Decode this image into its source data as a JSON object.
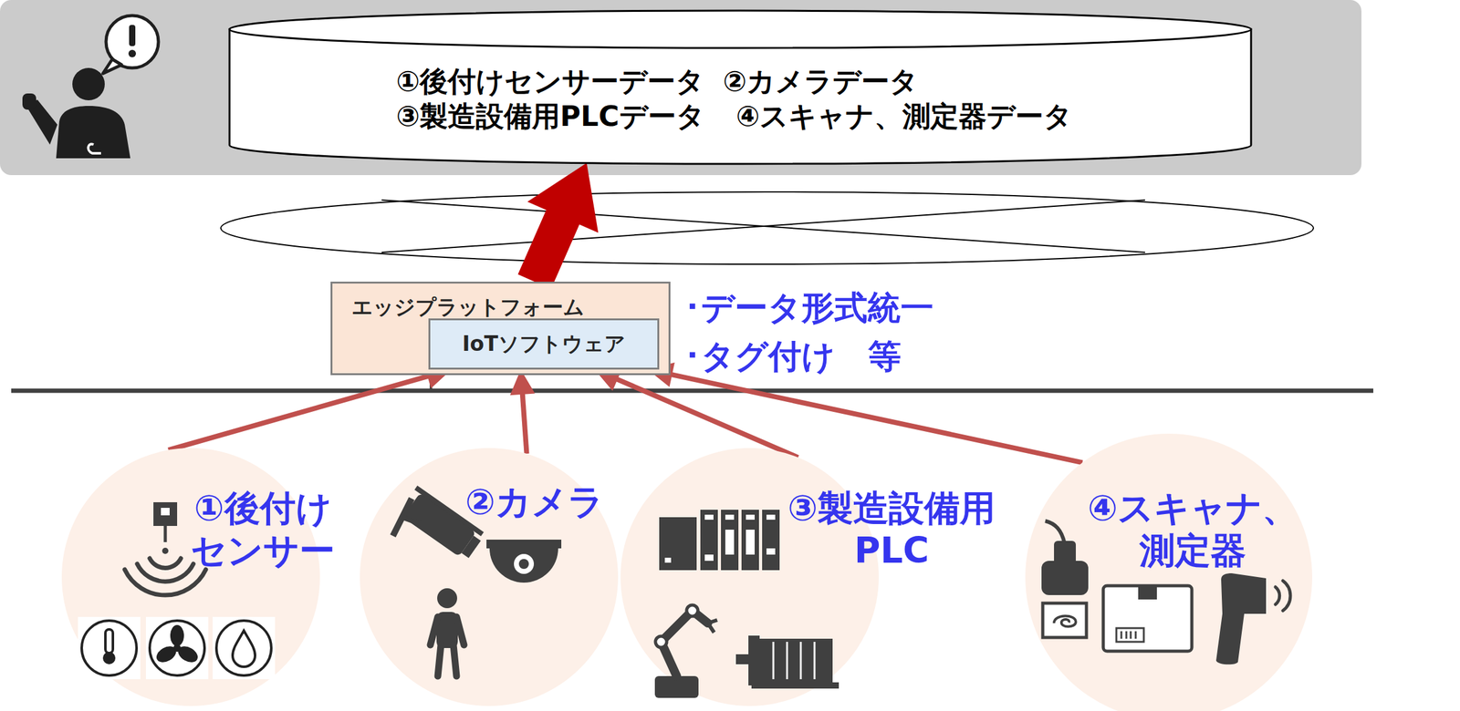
{
  "diagram": {
    "nodes": [
      {
        "text": [
          "①後付けセンサーデータ",
          "②カメラデータ",
          "③製造設備用PLCデータ",
          "④スキャナ、測定器データ"
        ]
      },
      {
        "text": [
          "エッジプラットフォーム"
        ]
      },
      {
        "text": [
          "IoTソフトウェア"
        ],
        "in": 1
      },
      {
        "text": [
          "①後付け センサー"
        ]
      },
      {
        "text": [
          "②カメラ"
        ]
      },
      {
        "text": [
          "③製造設備用 PLC"
        ]
      },
      {
        "text": [
          "④スキャナ、 測定器"
        ]
      }
    ],
    "edges": [
      {
        "from": 1,
        "to": 0,
        "arrow": "to"
      },
      {
        "from": 3,
        "to": 2,
        "arrow": "to"
      },
      {
        "from": 4,
        "to": 2,
        "arrow": "to"
      },
      {
        "from": 5,
        "to": 2,
        "arrow": "to"
      },
      {
        "from": 6,
        "to": 2,
        "arrow": "to"
      }
    ],
    "labels": [
      "･データ形式統一",
      "･タグ付け　等"
    ]
  }
}
